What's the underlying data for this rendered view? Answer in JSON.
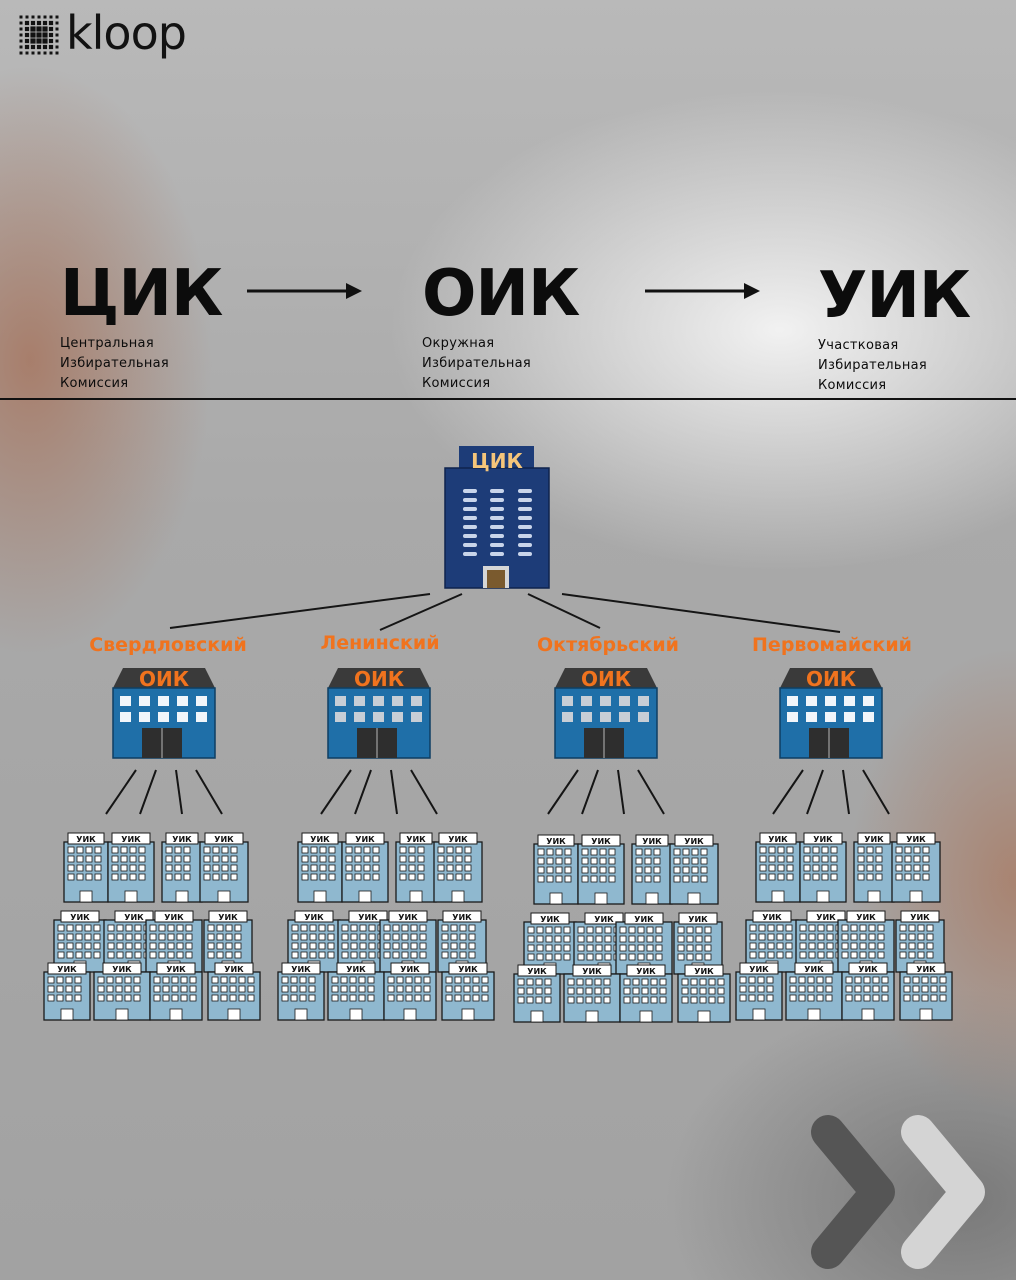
{
  "brand": {
    "name": "kloop"
  },
  "tiers": [
    {
      "abbr": "ЦИК",
      "lines": [
        "Центральная",
        "Избирательная",
        "Комиссия"
      ]
    },
    {
      "abbr": "ОИК",
      "lines": [
        "Окружная",
        "Избирательная",
        "Комиссия"
      ]
    },
    {
      "abbr": "УИК",
      "lines": [
        "Участковая",
        "Избирательная",
        "Комиссия"
      ]
    }
  ],
  "cik_building": {
    "label": "ЦИК"
  },
  "districts": [
    {
      "name": "Свердловский",
      "label": "ОИК"
    },
    {
      "name": "Ленинский",
      "label": "ОИК"
    },
    {
      "name": "Октябрьский",
      "label": "ОИК"
    },
    {
      "name": "Первомайский",
      "label": "ОИК"
    }
  ],
  "uik_label": "УИК",
  "colors": {
    "cik_building": "#1d3c78",
    "oik_building": "#1f6fa8",
    "uik_building": "#8fb8cf",
    "district_text": "#f0731e",
    "cik_label": "#f5c57a",
    "next_arrow_dark": "#555555",
    "next_arrow_light": "#d4d4d4"
  },
  "icons": [
    "logo-mark-icon",
    "arrow-right-icon",
    "next-chevrons-icon"
  ]
}
